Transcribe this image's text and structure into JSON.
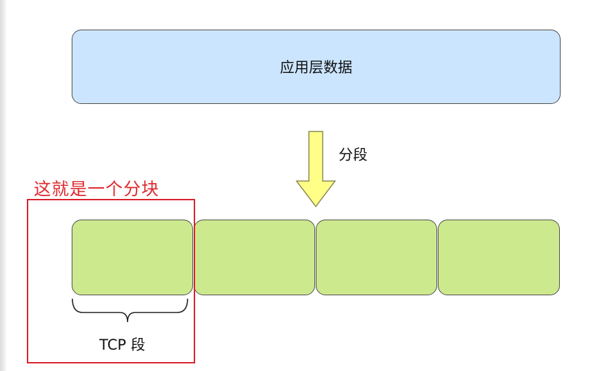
{
  "diagram": {
    "app_data_label": "应用层数据",
    "split_label": "分段",
    "segments": [
      {
        "label": ""
      },
      {
        "label": ""
      },
      {
        "label": ""
      },
      {
        "label": ""
      }
    ],
    "tcp_segment_label": "TCP 段",
    "annotation": "这就是一个分块",
    "colors": {
      "app_fill": "#cce5ff",
      "segment_fill": "#cde98e",
      "arrow_fill": "#ffff88",
      "highlight": "#d9202a",
      "annotation_text": "#e0292e"
    }
  }
}
